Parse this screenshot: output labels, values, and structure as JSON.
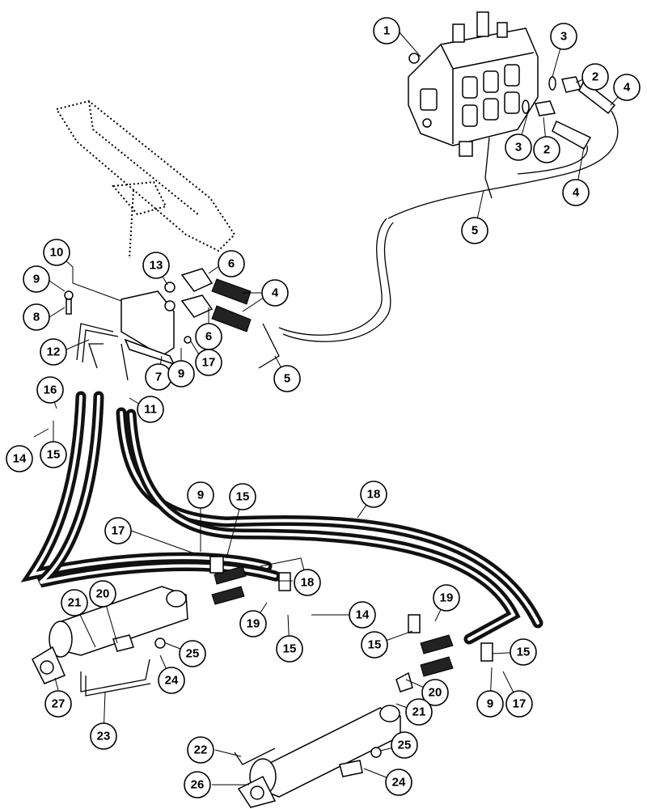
{
  "callouts": [
    {
      "label": "1"
    },
    {
      "label": "3"
    },
    {
      "label": "2"
    },
    {
      "label": "4"
    },
    {
      "label": "3"
    },
    {
      "label": "2"
    },
    {
      "label": "4"
    },
    {
      "label": "5"
    },
    {
      "label": "10"
    },
    {
      "label": "13"
    },
    {
      "label": "6"
    },
    {
      "label": "9"
    },
    {
      "label": "4"
    },
    {
      "label": "8"
    },
    {
      "label": "6"
    },
    {
      "label": "12"
    },
    {
      "label": "7"
    },
    {
      "label": "9"
    },
    {
      "label": "17"
    },
    {
      "label": "5"
    },
    {
      "label": "16"
    },
    {
      "label": "11"
    },
    {
      "label": "14"
    },
    {
      "label": "15"
    },
    {
      "label": "9"
    },
    {
      "label": "15"
    },
    {
      "label": "18"
    },
    {
      "label": "17"
    },
    {
      "label": "18"
    },
    {
      "label": "21"
    },
    {
      "label": "20"
    },
    {
      "label": "19"
    },
    {
      "label": "14"
    },
    {
      "label": "19"
    },
    {
      "label": "25"
    },
    {
      "label": "15"
    },
    {
      "label": "15"
    },
    {
      "label": "15"
    },
    {
      "label": "24"
    },
    {
      "label": "20"
    },
    {
      "label": "27"
    },
    {
      "label": "9"
    },
    {
      "label": "17"
    },
    {
      "label": "21"
    },
    {
      "label": "23"
    },
    {
      "label": "22"
    },
    {
      "label": "25"
    },
    {
      "label": "26"
    },
    {
      "label": "24"
    }
  ]
}
